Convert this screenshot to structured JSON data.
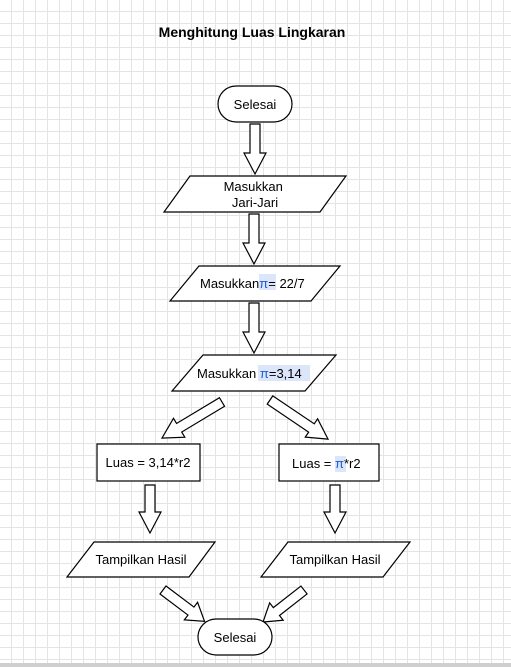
{
  "diagram": {
    "title": "Menghitung Luas Lingkaran",
    "nodes": {
      "start": "Selesai",
      "input_radius": [
        "Masukkan",
        "Jari-Jari"
      ],
      "input_pi_a": {
        "prefix": "Masukkan",
        "pi": "π",
        "suffix": "= 22/7"
      },
      "input_pi_b": {
        "prefix": "Masukkan ",
        "pi": "π",
        "suffix": "=3,14"
      },
      "calc_left": "Luas = 3,14*r2",
      "calc_right": {
        "prefix": "Luas = ",
        "pi": "π",
        "suffix": "*r2"
      },
      "output_left": "Tampilkan Hasil",
      "output_right": "Tampilkan Hasil",
      "end": "Selesai"
    }
  }
}
